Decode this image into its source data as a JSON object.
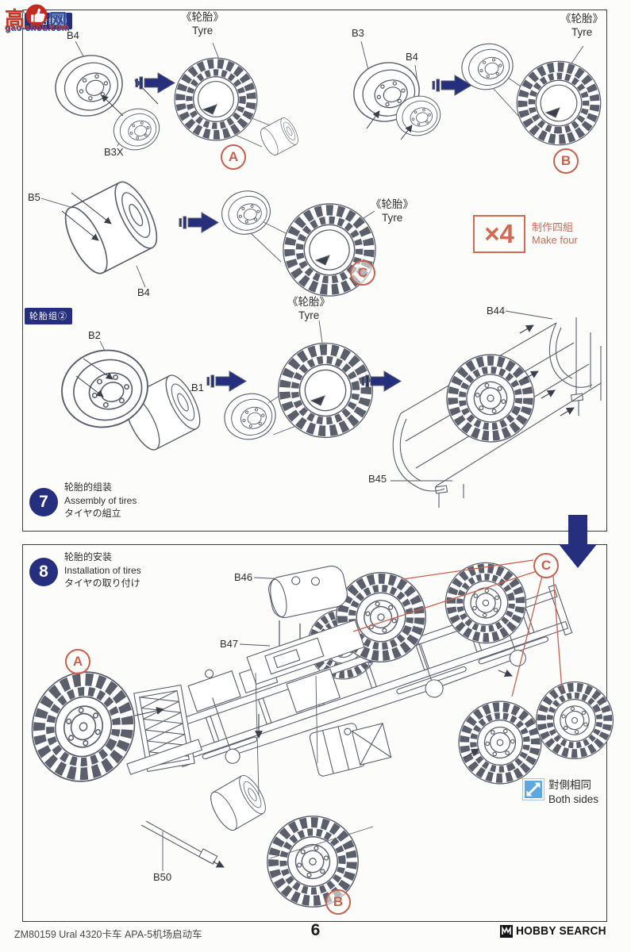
{
  "watermark": {
    "char_left": "高",
    "char_right": "网",
    "url": "gao-shou.com"
  },
  "groups": {
    "group1": "轮胎组①",
    "group2": "轮胎组②"
  },
  "tyre_label": {
    "cn": "《轮胎》",
    "en": "Tyre"
  },
  "parts": {
    "b1": "B1",
    "b2": "B2",
    "b3": "B3",
    "b3x": "B3X",
    "b4": "B4",
    "b5": "B5",
    "b44": "B44",
    "b45": "B45",
    "b46": "B46",
    "b47": "B47",
    "b50": "B50"
  },
  "callouts": {
    "a": "A",
    "b": "B",
    "c": "C"
  },
  "make_four": {
    "times": "×4",
    "cn": "制作四組",
    "en": "Make four"
  },
  "step7": {
    "number": "7",
    "title_cn": "轮胎的组装",
    "title_en": "Assembly of tires",
    "title_jp": "タイヤの組立"
  },
  "step8": {
    "number": "8",
    "title_cn": "轮胎的安装",
    "title_en": "Installation of tires",
    "title_jp": "タイヤの取り付け"
  },
  "both_sides": {
    "cn": "對側相同",
    "en": "Both sides"
  },
  "footer": {
    "kit": "ZM80159  Ural 4320卡车 APA-5机场启动车",
    "page": "6",
    "brand": "HOBBY SEARCH"
  },
  "colors": {
    "navy": "#262f7d",
    "accent_red": "#c9604c",
    "line": "#5a5f6b",
    "both_sides_blue": "#5fa8dd"
  }
}
